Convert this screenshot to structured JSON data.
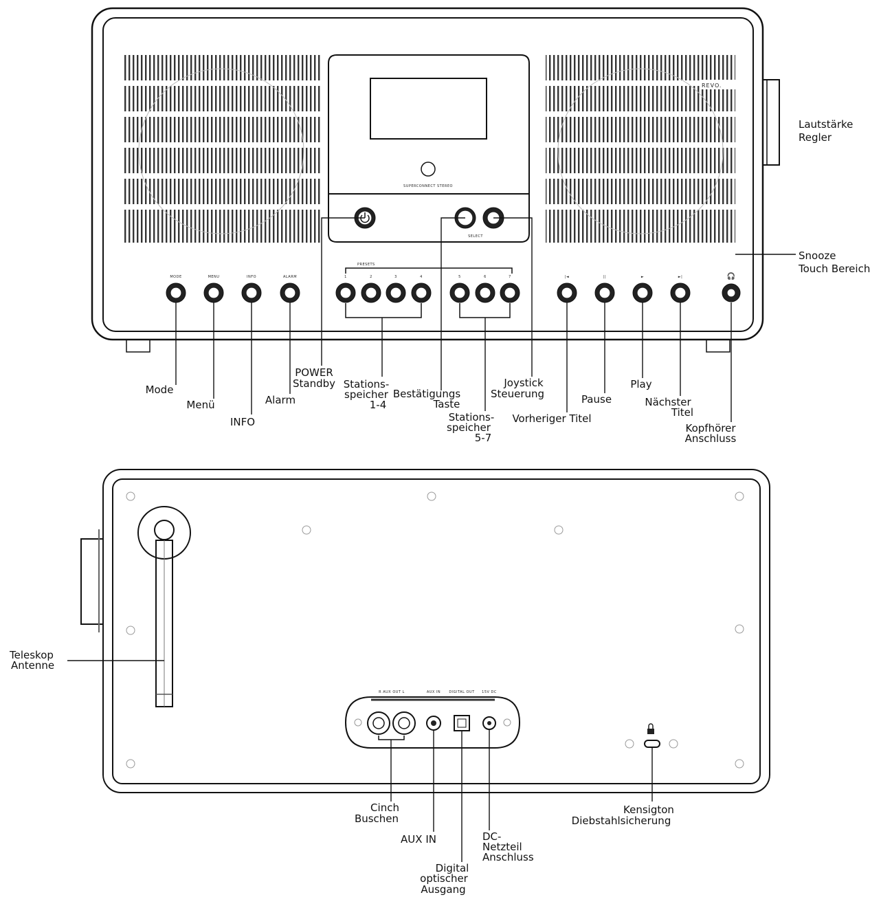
{
  "front": {
    "brand": "REVO.",
    "model_text": "SUPERCONNECT STEREO",
    "select_text": "SELECT",
    "presets_text": "PRESETS",
    "button_small": [
      "MODE",
      "MENU",
      "INFO",
      "ALARM"
    ],
    "preset_numbers": [
      "1",
      "2",
      "3",
      "4",
      "5",
      "6",
      "7"
    ],
    "labels": {
      "mode": "Mode",
      "menu": "Menü",
      "info": "INFO",
      "alarm": "Alarm",
      "power": [
        "POWER",
        "Standby"
      ],
      "presets_1_4": [
        "Stations-",
        "speicher",
        "1-4"
      ],
      "confirm": [
        "Bestätigungs",
        "Taste"
      ],
      "presets_5_7": [
        "Stations-",
        "speicher",
        "5-7"
      ],
      "joystick": [
        "Joystick",
        "Steuerung"
      ],
      "prev": "Vorheriger Titel",
      "pause": "Pause",
      "play": "Play",
      "next": [
        "Nächster",
        "Titel"
      ],
      "headphone": [
        "Kopfhörer",
        "Anschluss"
      ],
      "volume": [
        "Lautstärke",
        "Regler"
      ],
      "snooze": [
        "Snooze",
        "Touch Bereich"
      ]
    }
  },
  "back": {
    "port_small": {
      "rca": "R  AUX OUT  L",
      "aux": "AUX IN",
      "digital": "DIGITAL OUT",
      "dc": "15V DC"
    },
    "labels": {
      "antenna": [
        "Teleskop",
        "Antenne"
      ],
      "cinch": [
        "Cinch",
        "Buschen"
      ],
      "aux_in": "AUX IN",
      "digital": [
        "Digital",
        "optischer",
        "Ausgang"
      ],
      "dc": [
        "DC-",
        "Netzteil",
        "Anschluss"
      ],
      "kensington": [
        "Kensigton",
        "Diebstahlsicherung"
      ]
    }
  }
}
